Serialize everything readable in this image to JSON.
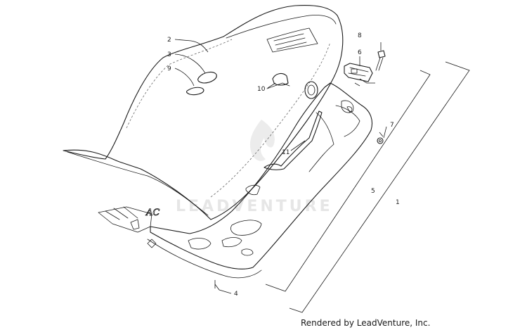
{
  "diagram": {
    "callouts": [
      "1",
      "2",
      "3",
      "4",
      "5",
      "6",
      "7",
      "8",
      "9",
      "10",
      "11"
    ],
    "emblem_text": "AC",
    "watermark": "LEADVENTURE"
  },
  "credit": "Rendered by LeadVenture, Inc."
}
